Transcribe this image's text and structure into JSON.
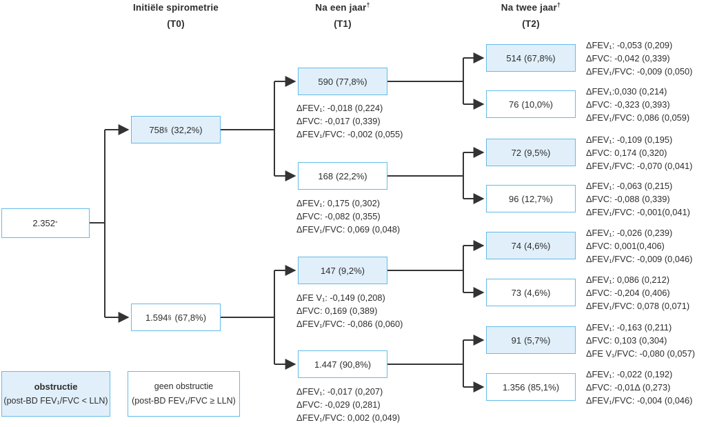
{
  "palette": {
    "box_border": "#62bbe8",
    "fill_obstruction": "#e1effa",
    "fill_no_obstruction": "#ffffff",
    "connector": "#333333",
    "text": "#2d2d2d"
  },
  "columns": [
    {
      "title": "Initiële spirometrie",
      "sup": "",
      "period": "(T0)"
    },
    {
      "title": "Na een jaar",
      "sup": "†",
      "period": "(T1)"
    },
    {
      "title": "Na twee jaar",
      "sup": "†",
      "period": "(T2)"
    }
  ],
  "nodes": {
    "root": {
      "value": "2.352",
      "marker": "°",
      "pct": ""
    },
    "t0_obstr": {
      "value": "758",
      "marker": "§",
      "pct": "(32,2%)"
    },
    "t0_none": {
      "value": "1.594",
      "marker": "§",
      "pct": "(67,8%)"
    },
    "t1_aa": {
      "value": "590",
      "marker": "",
      "pct": "(77,8%)",
      "stats": [
        "ΔFEV₁: -0,018 (0,224)",
        "ΔFVC: -0,017 (0,339)",
        "ΔFEV₁/FVC: -0,002 (0,055)"
      ]
    },
    "t1_ab": {
      "value": "168",
      "marker": "",
      "pct": "(22,2%)",
      "stats": [
        "ΔFEV₁: 0,175 (0,302)",
        "ΔFVC: -0,082 (0,355)",
        "ΔFEV₁/FVC: 0,069 (0,048)"
      ]
    },
    "t1_ba": {
      "value": "147",
      "marker": "",
      "pct": "(9,2%)",
      "stats": [
        "ΔFE V₁: -0,149 (0,208)",
        "ΔFVC: 0,169 (0,389)",
        "ΔFEV₁/FVC: -0,086 (0,060)"
      ]
    },
    "t1_bb": {
      "value": "1.447",
      "marker": "",
      "pct": "(90,8%)",
      "stats": [
        "ΔFEV₁: -0,017 (0,207)",
        "ΔFVC: -0,029 (0,281)",
        "ΔFEV₁/FVC: 0,002 (0,049)"
      ]
    },
    "t2_1": {
      "value": "514",
      "marker": "",
      "pct": "(67,8%)",
      "stats": [
        "ΔFEV₁: -0,053 (0,209)",
        "ΔFVC: -0,042 (0,339)",
        "ΔFEV₁/FVC: -0,009 (0,050)"
      ]
    },
    "t2_2": {
      "value": "76",
      "marker": "",
      "pct": "(10,0%)",
      "stats": [
        "ΔFEV₁:0,030 (0,214)",
        "ΔFVC: -0,323 (0,393)",
        "ΔFEV₁/FVC: 0,086 (0,059)"
      ]
    },
    "t2_3": {
      "value": "72",
      "marker": "",
      "pct": "(9,5%)",
      "stats": [
        "ΔFEV₁: -0,109 (0,195)",
        "ΔFVC: 0,174 (0,320)",
        "ΔFEV₁/FVC: -0,070 (0,041)"
      ]
    },
    "t2_4": {
      "value": "96",
      "marker": "",
      "pct": "(12,7%)",
      "stats": [
        "ΔFEV₁: -0,063 (0,215)",
        "ΔFVC: -0,088 (0,339)",
        "ΔFEV₁/FVC: -0,001(0,041)"
      ]
    },
    "t2_5": {
      "value": "74",
      "marker": "",
      "pct": "(4,6%)",
      "stats": [
        "ΔFEV₁: -0,026 (0,239)",
        "ΔFVC: 0,001(0,406)",
        "ΔFEV₁/FVC: -0,009 (0,046)"
      ]
    },
    "t2_6": {
      "value": "73",
      "marker": "",
      "pct": "(4,6%)",
      "stats": [
        "ΔFEV₁: 0,086 (0,212)",
        "ΔFVC: -0,204 (0,406)",
        "ΔFEV₁/FVC: 0,078 (0,071)"
      ]
    },
    "t2_7": {
      "value": "91",
      "marker": "",
      "pct": "(5,7%)",
      "stats": [
        "ΔFEV₁: -0,163 (0,211)",
        "ΔFVC: 0,103 (0,304)",
        "ΔFE V₁/FVC: -0,080 (0,057)"
      ]
    },
    "t2_8": {
      "value": "1.356",
      "marker": "",
      "pct": "(85,1%)",
      "stats": [
        "ΔFEV₁: -0,022 (0,192)",
        "ΔFVC: -0,01Δ (0,273)",
        "ΔFEV₁/FVC: -0,004 (0,046)"
      ]
    }
  },
  "legend": [
    {
      "title": "obstructie",
      "subtitle": "(post-BD FEV₁/FVC < LLN)",
      "filled": true
    },
    {
      "title": "geen obstructie",
      "subtitle": "(post-BD FEV₁/FVC ≥ LLN)",
      "filled": false
    }
  ]
}
